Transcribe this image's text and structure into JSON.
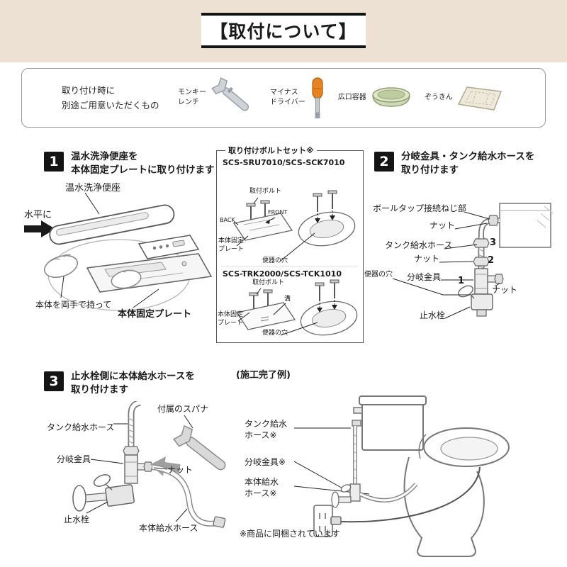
{
  "page": {
    "title": "【取付について】"
  },
  "tools": {
    "intro": "取り付け時に\n別途ご用意いただくもの",
    "items": [
      {
        "label": "モンキー\nレンチ",
        "icon": "wrench-icon"
      },
      {
        "label": "マイナス\nドライバー",
        "icon": "screwdriver-icon"
      },
      {
        "label": "広口容器",
        "icon": "wide-container-icon"
      },
      {
        "label": "ぞうきん",
        "icon": "cloth-icon"
      }
    ]
  },
  "step1": {
    "number": "1",
    "title": "温水洗浄便座を\n本体固定プレートに取り付けます",
    "labels": {
      "seat": "温水洗浄便座",
      "horizontal": "水平に",
      "hold": "本体を両手で持って",
      "plate": "本体固定プレート"
    },
    "bolt_box": {
      "title": "取り付けボルトセット※",
      "models": [
        {
          "name": "SCS-SRU7010/SCS-SCK7010",
          "labels": {
            "bolt": "取付ボルト",
            "front": "FRONT",
            "back": "BACK",
            "plate": "本体固定\nプレート",
            "hole": "便器の穴"
          }
        },
        {
          "name": "SCS-TRK2000/SCS-TCK1010",
          "labels": {
            "bolt": "取付ボルト",
            "groove": "溝",
            "plate": "本体固定\nプレート",
            "hole": "便器の穴"
          }
        }
      ]
    }
  },
  "step2": {
    "number": "2",
    "title": "分岐金具・タンク給水ホースを\n取り付けます",
    "labels": {
      "balltap": "ボールタップ接続ねじ部",
      "nut_top": "ナット",
      "tank_hose": "タンク給水ホース",
      "nut_mid": "ナット",
      "branch": "分岐金具",
      "hole": "便器の穴",
      "nut_side": "ナット",
      "valve": "止水栓",
      "order1": "1",
      "order2": "2",
      "order3": "3"
    }
  },
  "step3": {
    "number": "3",
    "title": "止水栓側に本体給水ホースを\n取り付けます",
    "labels": {
      "spanner": "付属のスパナ",
      "tank_hose": "タンク給水ホース",
      "branch": "分岐金具",
      "nut": "ナット",
      "valve": "止水栓",
      "body_hose": "本体給水ホース"
    }
  },
  "completion": {
    "title": "(施工完了例)",
    "labels": {
      "tank_hose": "タンク給水\nホース※",
      "branch": "分岐金具※",
      "body_hose": "本体給水\nホース※"
    },
    "note": "※商品に同梱されています"
  }
}
